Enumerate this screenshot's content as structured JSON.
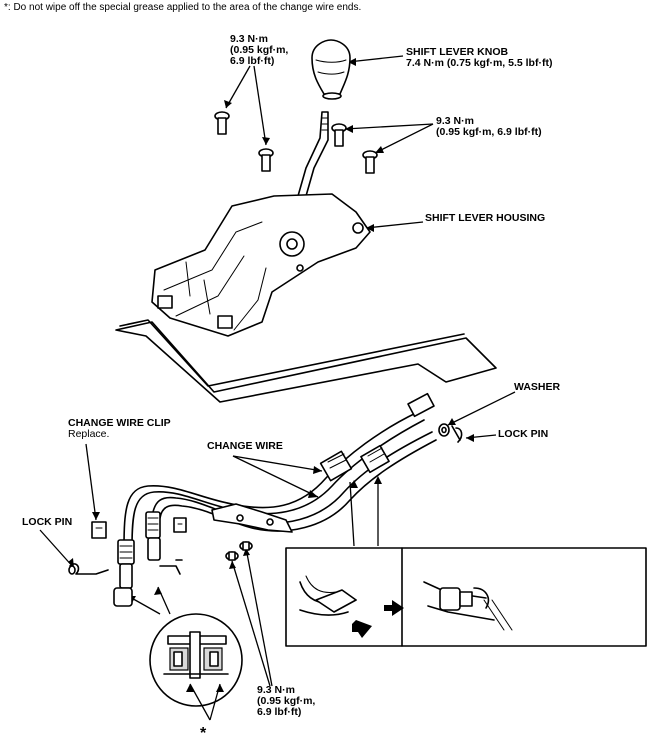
{
  "note": "*: Do not wipe off the special grease applied to the area of the change wire ends.",
  "callouts": {
    "torque_top_left": {
      "value": "9.3 N·m",
      "line2": "(0.95 kgf·m,",
      "line3": "6.9 lbf·ft)"
    },
    "shift_lever_knob": {
      "name": "SHIFT LEVER KNOB",
      "spec": "7.4 N·m (0.75 kgf·m, 5.5 lbf·ft)"
    },
    "torque_top_right": {
      "value": "9.3 N·m",
      "line2": "(0.95 kgf·m, 6.9 lbf·ft)"
    },
    "shift_lever_housing": {
      "name": "SHIFT LEVER HOUSING"
    },
    "washer": {
      "name": "WASHER"
    },
    "lock_pin_right": {
      "name": "LOCK PIN"
    },
    "change_wire_clip": {
      "name": "CHANGE WIRE CLIP",
      "note": "Replace."
    },
    "change_wire": {
      "name": "CHANGE WIRE"
    },
    "lock_pin_left": {
      "name": "LOCK PIN"
    },
    "torque_bottom": {
      "value": "9.3 N·m",
      "line2": "(0.95 kgf·m,",
      "line3": "6.9 lbf·ft)"
    },
    "grease_marker": {
      "symbol": "*"
    }
  },
  "colors": {
    "line": "#000000",
    "background": "#ffffff",
    "shade": "#d8d8d8"
  }
}
